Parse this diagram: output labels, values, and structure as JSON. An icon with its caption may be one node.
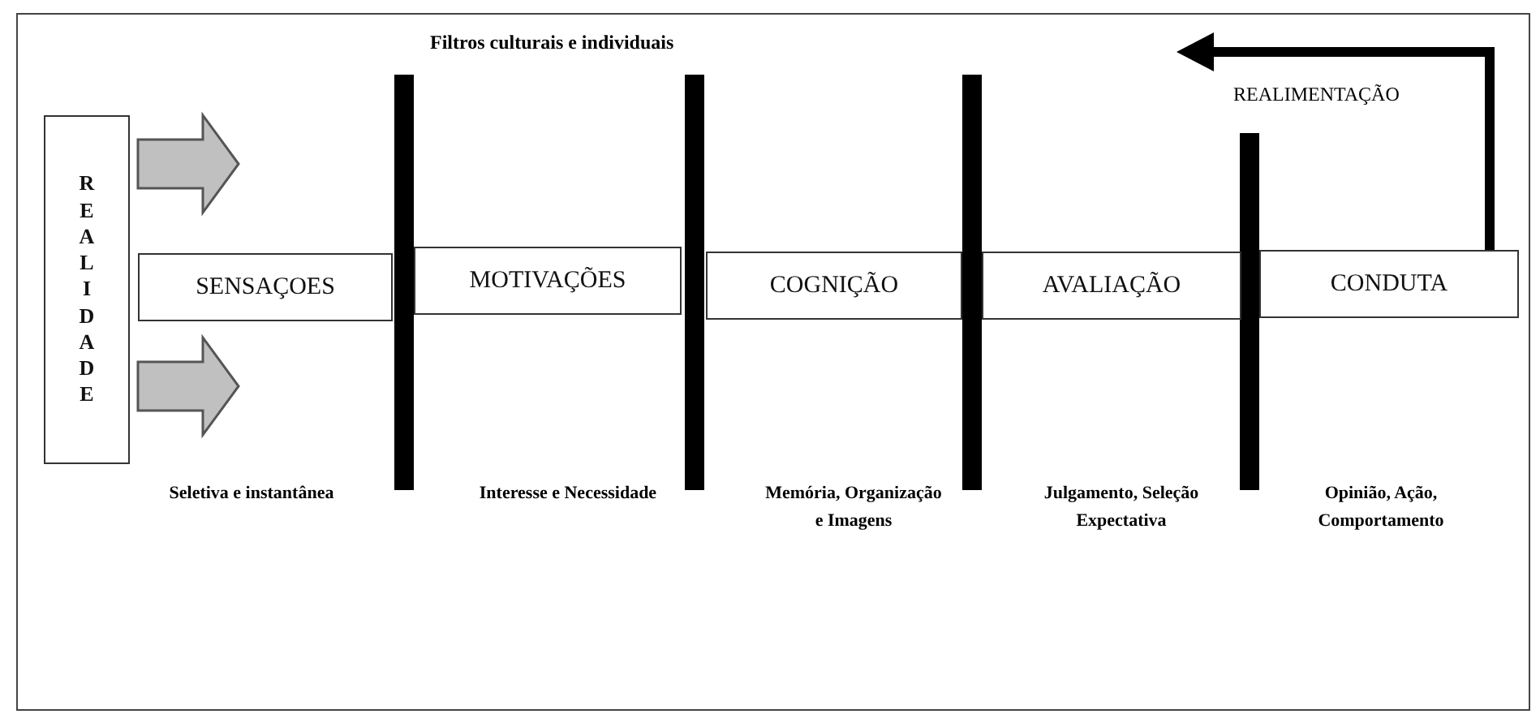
{
  "diagram": {
    "nodes": [
      {
        "text": [
          "REALIDADE"
        ]
      },
      {
        "text": [
          "SENSAÇOES"
        ]
      },
      {
        "text": [
          "MOTIVAÇÕES"
        ]
      },
      {
        "text": [
          "COGNIÇÃO"
        ]
      },
      {
        "text": [
          "AVALIAÇÃO"
        ]
      },
      {
        "text": [
          "CONDUTA"
        ]
      }
    ],
    "edges": [
      {
        "from": 0,
        "to": null,
        "arrow": "to",
        "style": "thick",
        "color": "#c0c0c0"
      },
      {
        "from": 0,
        "to": null,
        "arrow": "to",
        "style": "thick",
        "color": "#c0c0c0"
      },
      {
        "from": 5,
        "to": null,
        "arrow": "to",
        "label": "REALIMENTAÇÃO"
      }
    ],
    "labels": [
      "Filtros culturais e individuais",
      "Seletiva e instantânea",
      "Interesse e Necessidade",
      "Memória, Organização e Imagens",
      "Julgamento, Seleção Expectativa",
      "Opinião, Ação, Comportamento"
    ]
  }
}
